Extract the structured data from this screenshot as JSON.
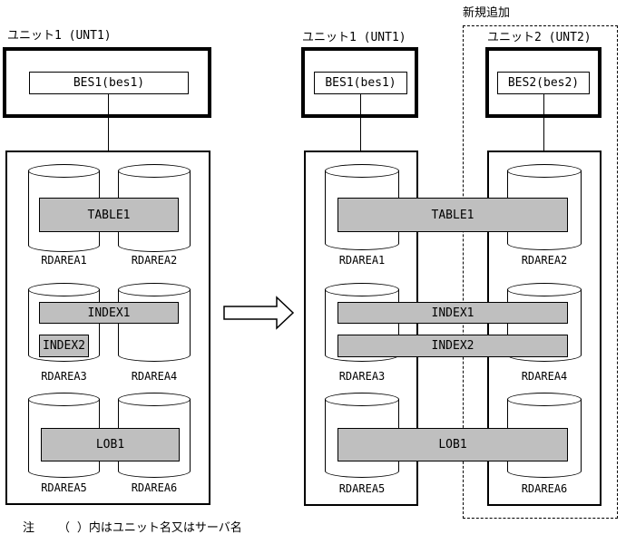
{
  "colors": {
    "band_fill": "#bfbfbf",
    "outline": "#000000",
    "background": "#ffffff"
  },
  "before": {
    "unit": {
      "label": "ユニット1 (UNT1)",
      "server": "BES1(bes1)"
    },
    "bands": {
      "table1": "TABLE1",
      "index1": "INDEX1",
      "index2": "INDEX2",
      "lob1": "LOB1"
    },
    "rdareas": [
      "RDAREA1",
      "RDAREA2",
      "RDAREA3",
      "RDAREA4",
      "RDAREA5",
      "RDAREA6"
    ]
  },
  "after": {
    "annotation": "新規追加",
    "unit1": {
      "label": "ユニット1 (UNT1)",
      "server": "BES1(bes1)"
    },
    "unit2": {
      "label": "ユニット2 (UNT2)",
      "server": "BES2(bes2)"
    },
    "bands": {
      "table1": "TABLE1",
      "index1": "INDEX1",
      "index2": "INDEX2",
      "lob1": "LOB1"
    },
    "unit1_rdareas": [
      "RDAREA1",
      "RDAREA3",
      "RDAREA5"
    ],
    "unit2_rdareas": [
      "RDAREA2",
      "RDAREA4",
      "RDAREA6"
    ]
  },
  "note": {
    "prefix": "注",
    "text": "（ ）内はユニット名又はサーバ名"
  }
}
